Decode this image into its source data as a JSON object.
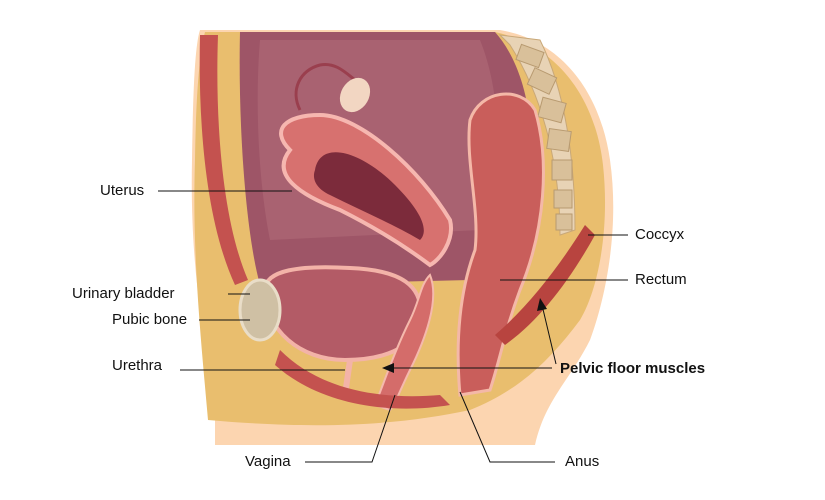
{
  "labels": {
    "uterus": "Uterus",
    "urinary_bladder": "Urinary bladder",
    "pubic_bone": "Pubic bone",
    "urethra": "Urethra",
    "vagina": "Vagina",
    "anus": "Anus",
    "coccyx": "Coccyx",
    "rectum": "Rectum",
    "pelvic_floor_muscles": "Pelvic floor muscles"
  },
  "colors": {
    "skin": "#fcd5b0",
    "fat_layer": "#e9be6e",
    "cavity": "#9e5567",
    "organ": "#d7716f",
    "muscle": "#c4524f",
    "leader_line": "#111111"
  }
}
